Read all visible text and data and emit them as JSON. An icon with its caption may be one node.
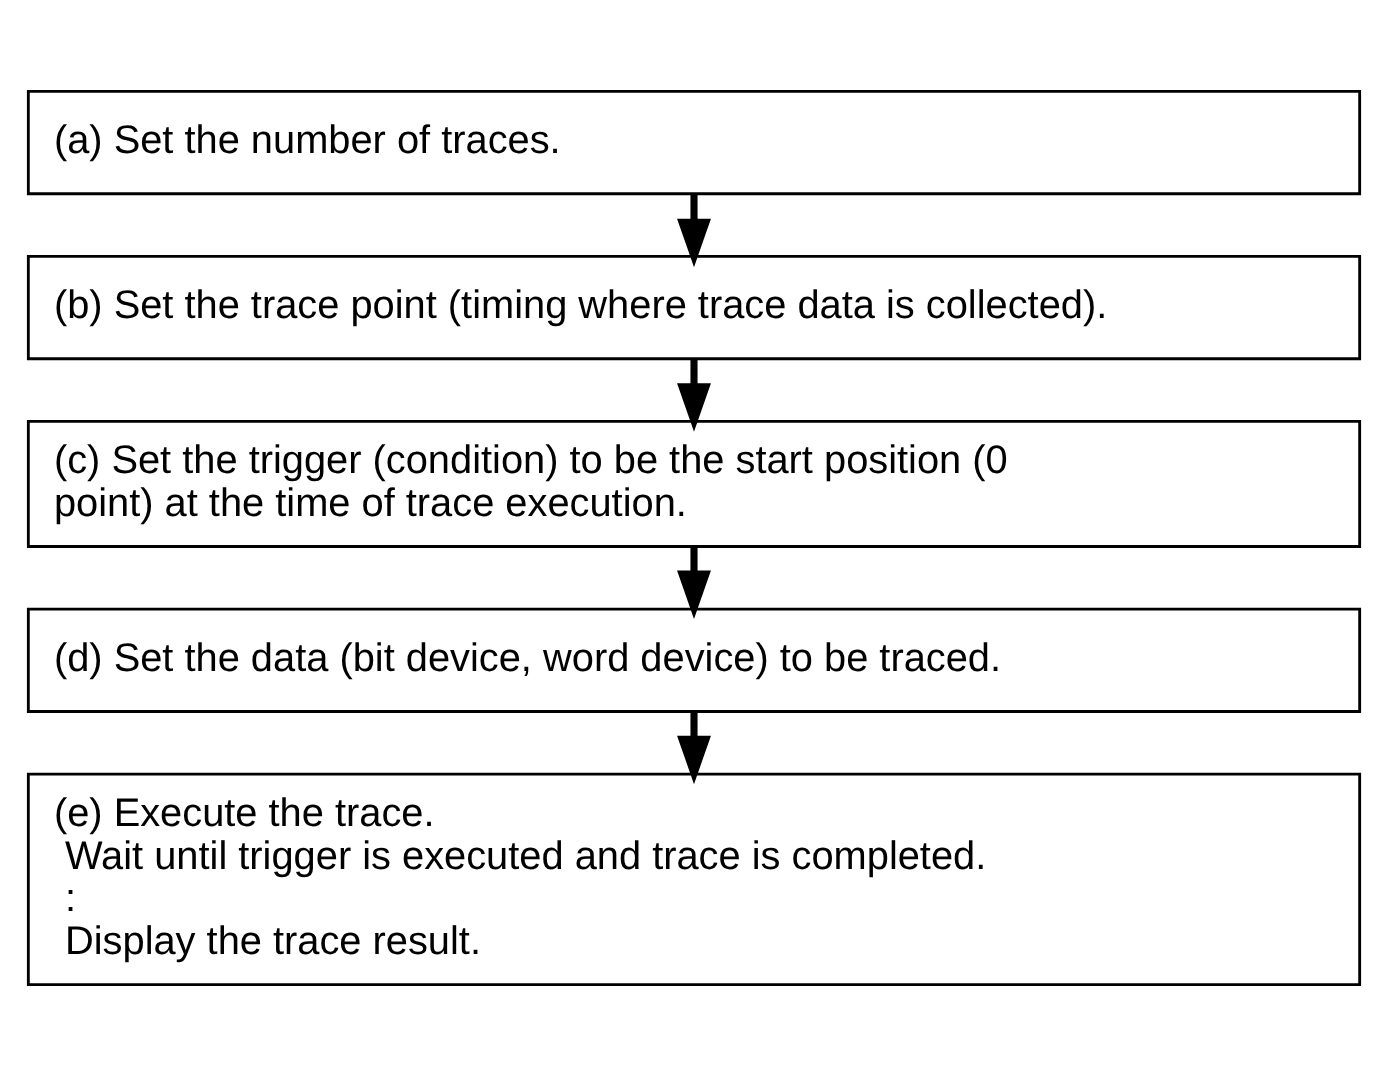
{
  "diagram": {
    "nodes": [
      {
        "text": [
          "(a) Set the number of traces."
        ]
      },
      {
        "text": [
          "(b) Set the trace point (timing where trace data is collected)."
        ]
      },
      {
        "text": [
          "(c) Set the trigger (condition) to be the start position (0 point) at the time of trace execution."
        ]
      },
      {
        "text": [
          "(d) Set the data (bit device, word device) to be traced."
        ]
      },
      {
        "text": [
          "(e) Execute the trace.",
          "Wait until trigger is executed and trace is completed.",
          ":",
          "Display the trace result."
        ]
      }
    ],
    "edges": [
      {
        "from": 0,
        "to": 1,
        "arrow": "to"
      },
      {
        "from": 1,
        "to": 2,
        "arrow": "to"
      },
      {
        "from": 2,
        "to": 3,
        "arrow": "to"
      },
      {
        "from": 3,
        "to": 4,
        "arrow": "to"
      }
    ]
  }
}
